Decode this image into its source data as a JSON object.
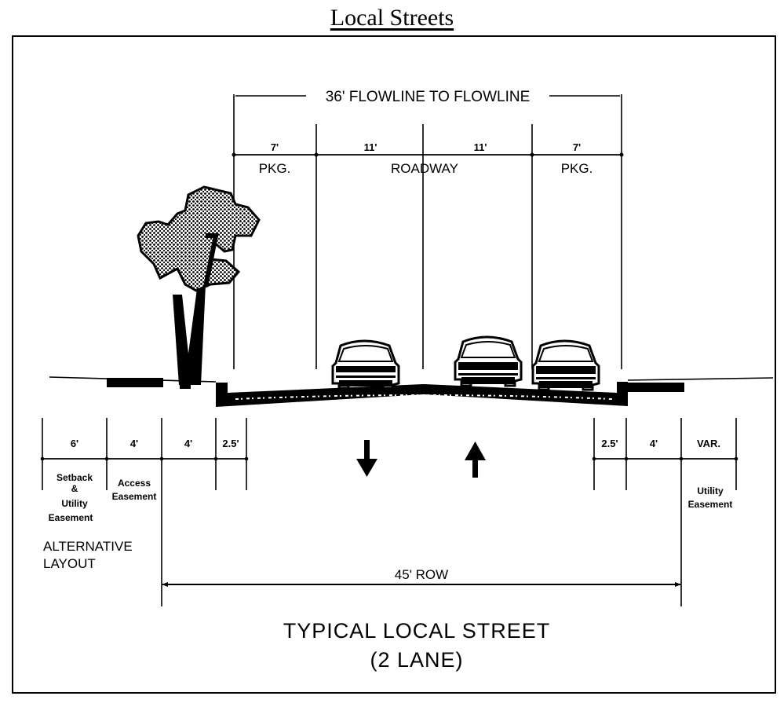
{
  "page_title": "Local Streets",
  "flowline": {
    "label": "36' FLOWLINE TO FLOWLINE",
    "segments": [
      {
        "dim": "7'",
        "name": "PKG."
      },
      {
        "dim": "11'",
        "name": ""
      },
      {
        "dim": "11'",
        "name": ""
      },
      {
        "dim": "7'",
        "name": "PKG."
      }
    ],
    "roadway_label": "ROADWAY"
  },
  "row_segments_left": [
    {
      "dim": "6'",
      "note": "Setback\n&\nUtility\nEasement"
    },
    {
      "dim": "4'",
      "note": "Access\nEasement"
    },
    {
      "dim": "4'",
      "note": ""
    },
    {
      "dim": "2.5'",
      "note": ""
    }
  ],
  "row_segments_right": [
    {
      "dim": "2.5'",
      "note": ""
    },
    {
      "dim": "4'",
      "note": ""
    },
    {
      "dim": "VAR.",
      "note": "Utility\nEasement"
    }
  ],
  "notes": {
    "setback_l1": "Setback",
    "setback_l2": "&",
    "setback_l3": "Utility",
    "setback_l4": "Easement",
    "access_l1": "Access",
    "access_l2": "Easement",
    "utility_l1": "Utility",
    "utility_l2": "Easement"
  },
  "alternative_layout": [
    "ALTERNATIVE",
    "LAYOUT"
  ],
  "row_total": "45' ROW",
  "caption": [
    "TYPICAL LOCAL STREET",
    "(2 LANE)"
  ],
  "traffic": {
    "left_lane": "down-arrow",
    "right_lane": "up-arrow"
  },
  "icons": [
    "tree-icon",
    "car-icon",
    "car-icon",
    "car-icon"
  ]
}
